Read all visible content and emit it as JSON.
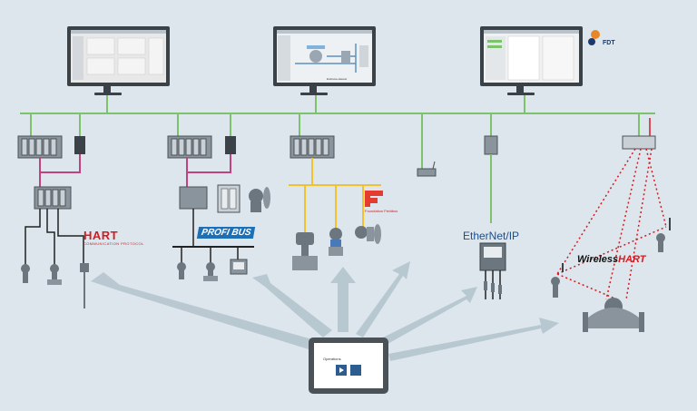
{
  "protocols": {
    "hart": "HART",
    "hart_tagline": "COMMUNICATION PROTOCOL",
    "profibus": "PROFI BUS",
    "foundation_fieldbus": "Foundation Fieldbus",
    "ethernet_ip": "EtherNet/IP",
    "wireless_hart_1": "Wireless",
    "wireless_hart_2": "HART"
  },
  "brand": {
    "fdt": "FDT"
  },
  "tablet": {
    "screen_title": "Operations"
  },
  "monitor": {
    "caption": "Endress+Hauser"
  },
  "colors": {
    "background": "#dde6ec",
    "ethernet_backbone": "#7cc36b",
    "hart_cable": "#c2417e",
    "fieldbus_cable": "#f2c12e",
    "wireless_link": "#d71920",
    "device_cable": "#222222",
    "arrow": "#b7c7d0"
  }
}
